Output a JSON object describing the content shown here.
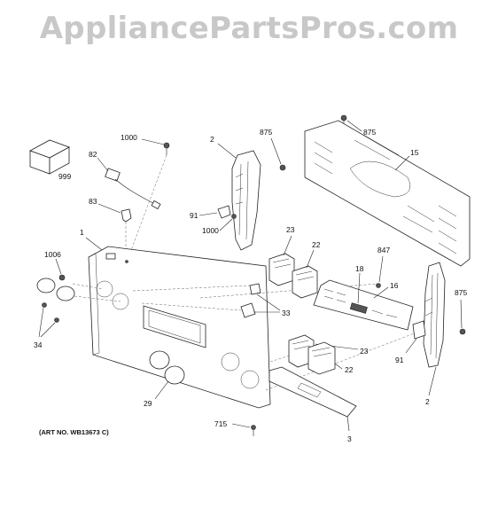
{
  "watermark": "AppliancePartsPros.com",
  "art_number": "(ART NO. WB13673 C)",
  "callouts": {
    "c999": "999",
    "c82": "82",
    "c83": "83",
    "c1000a": "1000",
    "c1000b": "1000",
    "c2a": "2",
    "c2b": "2",
    "c91a": "91",
    "c91b": "91",
    "c875a": "875",
    "c875b": "875",
    "c875c": "875",
    "c15": "15",
    "c1": "1",
    "c1006": "1006",
    "c23a": "23",
    "c23b": "23",
    "c22a": "22",
    "c22b": "22",
    "c847": "847",
    "c18": "18",
    "c16": "16",
    "c33": "33",
    "c34": "34",
    "c29": "29",
    "c715": "715",
    "c3": "3"
  }
}
